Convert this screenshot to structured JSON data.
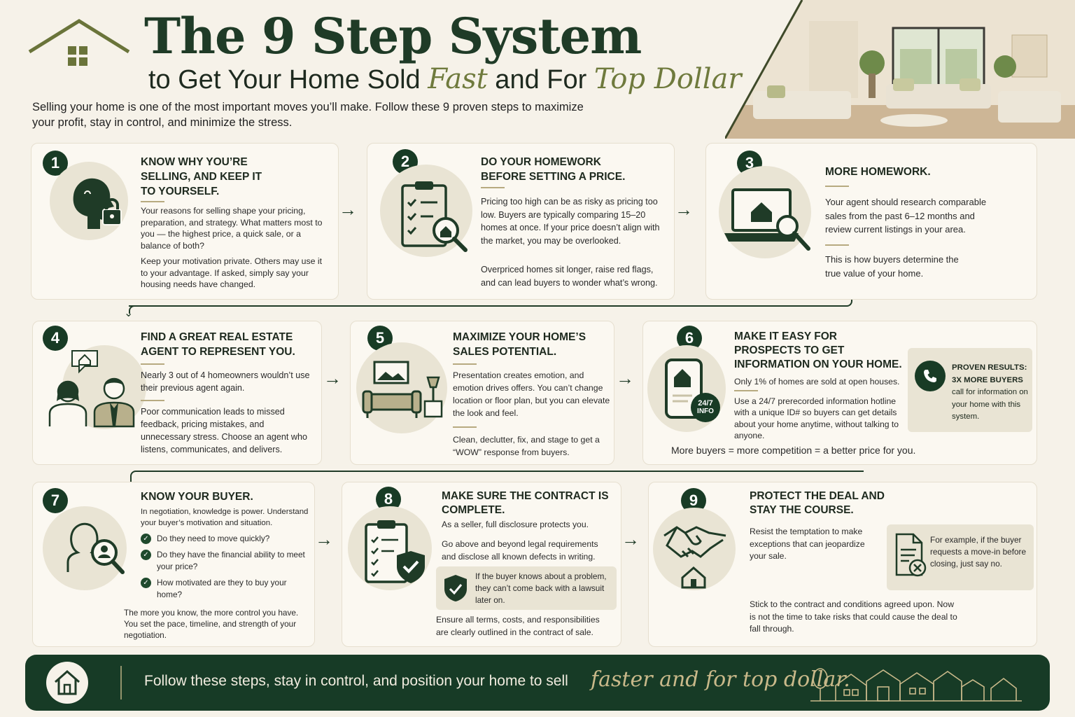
{
  "header": {
    "title": "The 9 Step System",
    "subtitle_part1": "to Get Your Home Sold ",
    "subtitle_em1": "Fast",
    "subtitle_part2": " and For ",
    "subtitle_em2": "Top Dollar",
    "intro": "Selling your home is one of the most important moves you’ll make. Follow these 9 proven steps to maximize your profit, stay in control, and minimize the stress."
  },
  "steps": [
    {
      "number": "1",
      "title": "KNOW WHY YOU’RE SELLING, AND KEEP IT TO YOURSELF.",
      "p1": "Your reasons for selling shape your pricing, preparation, and strategy. What matters most to you — the highest price, a quick sale, or a balance of both?",
      "p2": "Keep your motivation private. Others may use it to your advantage. If asked, simply say your housing needs have changed.",
      "icon": "head-lock-icon"
    },
    {
      "number": "2",
      "title": "DO YOUR HOMEWORK BEFORE SETTING A PRICE.",
      "p1": "Pricing too high can be as risky as pricing too low. Buyers are typically comparing 15–20 homes at once. If your price doesn’t align with the market, you may be overlooked.",
      "p2": "Overpriced homes sit longer, raise red flags, and can lead buyers to wonder what’s wrong.",
      "icon": "clipboard-search-icon"
    },
    {
      "number": "3",
      "title": "MORE HOMEWORK.",
      "p1": "Your agent should research comparable sales from the past 6–12 months and review current listings in your area.",
      "p2": "This is how buyers determine the true value of your home.",
      "icon": "laptop-home-icon"
    },
    {
      "number": "4",
      "title": "FIND A GREAT REAL ESTATE AGENT TO REPRESENT YOU.",
      "p1": "Nearly 3 out of 4 homeowners wouldn’t use their previous agent again.",
      "p2": "Poor communication leads to missed feedback, pricing mistakes, and unnecessary stress. Choose an agent who listens, communicates, and delivers.",
      "icon": "agents-icon"
    },
    {
      "number": "5",
      "title": "MAXIMIZE YOUR HOME’S SALES POTENTIAL.",
      "p1": "Presentation creates emotion, and emotion drives offers. You can’t change location or floor plan, but you can elevate the look and feel.",
      "p2": "Clean, declutter, fix, and stage to get a “WOW” response from buyers.",
      "icon": "sofa-icon"
    },
    {
      "number": "6",
      "title": "MAKE IT EASY FOR PROSPECTS TO GET INFORMATION ON YOUR HOME.",
      "p1": "Only 1% of homes are sold at open houses.",
      "p2": "Use a 24/7 prerecorded information hotline with a unique ID# so buyers can get details about your home anytime, without talking to anyone.",
      "p3": "More buyers = more competition = a better price for you.",
      "badge_line1": "24/7",
      "badge_line2": "INFO",
      "proven_title": "PROVEN RESULTS:",
      "proven_bold": "3X MORE BUYERS",
      "proven_text": "call for information on your home with this system.",
      "icon": "phone-home-icon"
    },
    {
      "number": "7",
      "title": "KNOW YOUR BUYER.",
      "p1": "In negotiation, knowledge is power. Understand your buyer’s motivation and situation.",
      "checks": [
        "Do they need to move quickly?",
        "Do they have the financial ability to meet your price?",
        "How motivated are they to buy your home?"
      ],
      "p2": "The more you know, the more control you have. You set the pace, timeline, and strength of your negotiation.",
      "icon": "buyer-search-icon"
    },
    {
      "number": "8",
      "title": "MAKE SURE THE CONTRACT IS COMPLETE.",
      "p1": "As a seller, full disclosure protects you.",
      "p2": "Go above and beyond legal requirements and disclose all known defects in writing.",
      "note": "If the buyer knows about a problem, they can’t come back with a lawsuit later on.",
      "p3": "Ensure all terms, costs, and responsibilities are clearly outlined in the contract of sale.",
      "icon": "contract-shield-icon"
    },
    {
      "number": "9",
      "title": "PROTECT THE DEAL AND STAY THE COURSE.",
      "p1": "Resist the temptation to make exceptions that can jeopardize your sale.",
      "note": "For example, if the buyer requests a move-in before closing, just say no.",
      "p2": "Stick to the contract and conditions agreed upon. Now is not the time to take risks that could cause the deal to fall through.",
      "icon": "handshake-icon"
    }
  ],
  "footer": {
    "text": "Follow these steps, stay in control, and position your home to sell",
    "em": "faster and for top dollar."
  },
  "colors": {
    "dark_green": "#183b25",
    "olive": "#6f7a3d",
    "cream": "#f6f2e9",
    "beige": "#e9e4d4"
  }
}
